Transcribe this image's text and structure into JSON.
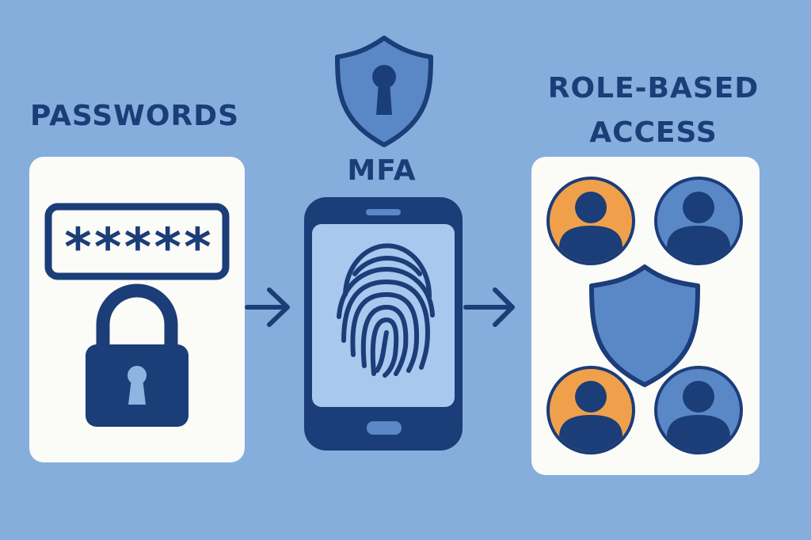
{
  "colors": {
    "background": "#85AEDC",
    "navy": "#1B3D78",
    "card": "#FBFBF8",
    "medium_blue": "#5A88C7",
    "light_blue": "#8FB4E2",
    "screen_blue": "#A9C8EE",
    "orange": "#F0A04B"
  },
  "passwords": {
    "title": "PASSWORDS",
    "masked_password": "*****",
    "icons": [
      "password-field-icon",
      "padlock-icon"
    ]
  },
  "mfa": {
    "title": "MFA",
    "icons": [
      "shield-keyhole-icon",
      "smartphone-icon",
      "fingerprint-icon"
    ]
  },
  "role_based_access": {
    "title_line1": "ROLE-BASED",
    "title_line2": "ACCESS",
    "icons": [
      "user-avatar-icon",
      "shield-icon"
    ],
    "user_avatars": [
      {
        "position": "top-left",
        "color": "#F0A04B"
      },
      {
        "position": "top-right",
        "color": "#5A88C7"
      },
      {
        "position": "bottom-left",
        "color": "#F0A04B"
      },
      {
        "position": "bottom-right",
        "color": "#5A88C7"
      }
    ]
  },
  "flow_arrows": [
    "arrow-right-icon",
    "arrow-right-icon"
  ]
}
